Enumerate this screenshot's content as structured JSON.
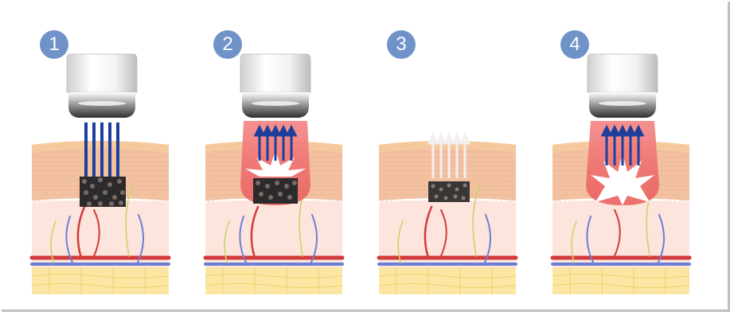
{
  "colors": {
    "badge": "#6f93c9",
    "laser_beam": "#1d3f9c",
    "heat_glow": "#ef6b6b",
    "skin_surface": "#f6c99c",
    "fat": "#fbe7a3"
  },
  "steps": [
    {
      "label": "1",
      "stage": "laser-beam-applied"
    },
    {
      "label": "2",
      "stage": "pigment-heats-and-shatters"
    },
    {
      "label": "3",
      "stage": "fragments-released"
    },
    {
      "label": "4",
      "stage": "deep-heat-dispersal"
    }
  ]
}
